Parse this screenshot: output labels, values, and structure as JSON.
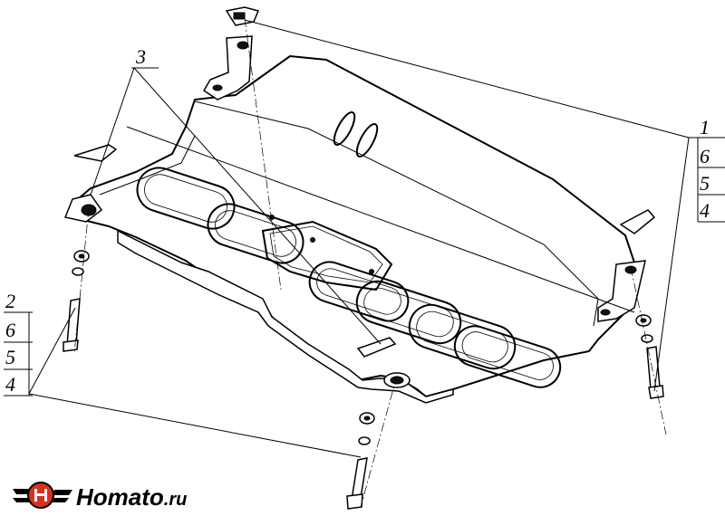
{
  "callouts": {
    "top_label": "3",
    "right_stack": [
      "1",
      "6",
      "5",
      "4"
    ],
    "left_stack": [
      "2",
      "6",
      "5",
      "4"
    ]
  },
  "logo": {
    "text_main": "Homato",
    "text_suffix": ".ru",
    "accent_color": "#d6311f"
  }
}
